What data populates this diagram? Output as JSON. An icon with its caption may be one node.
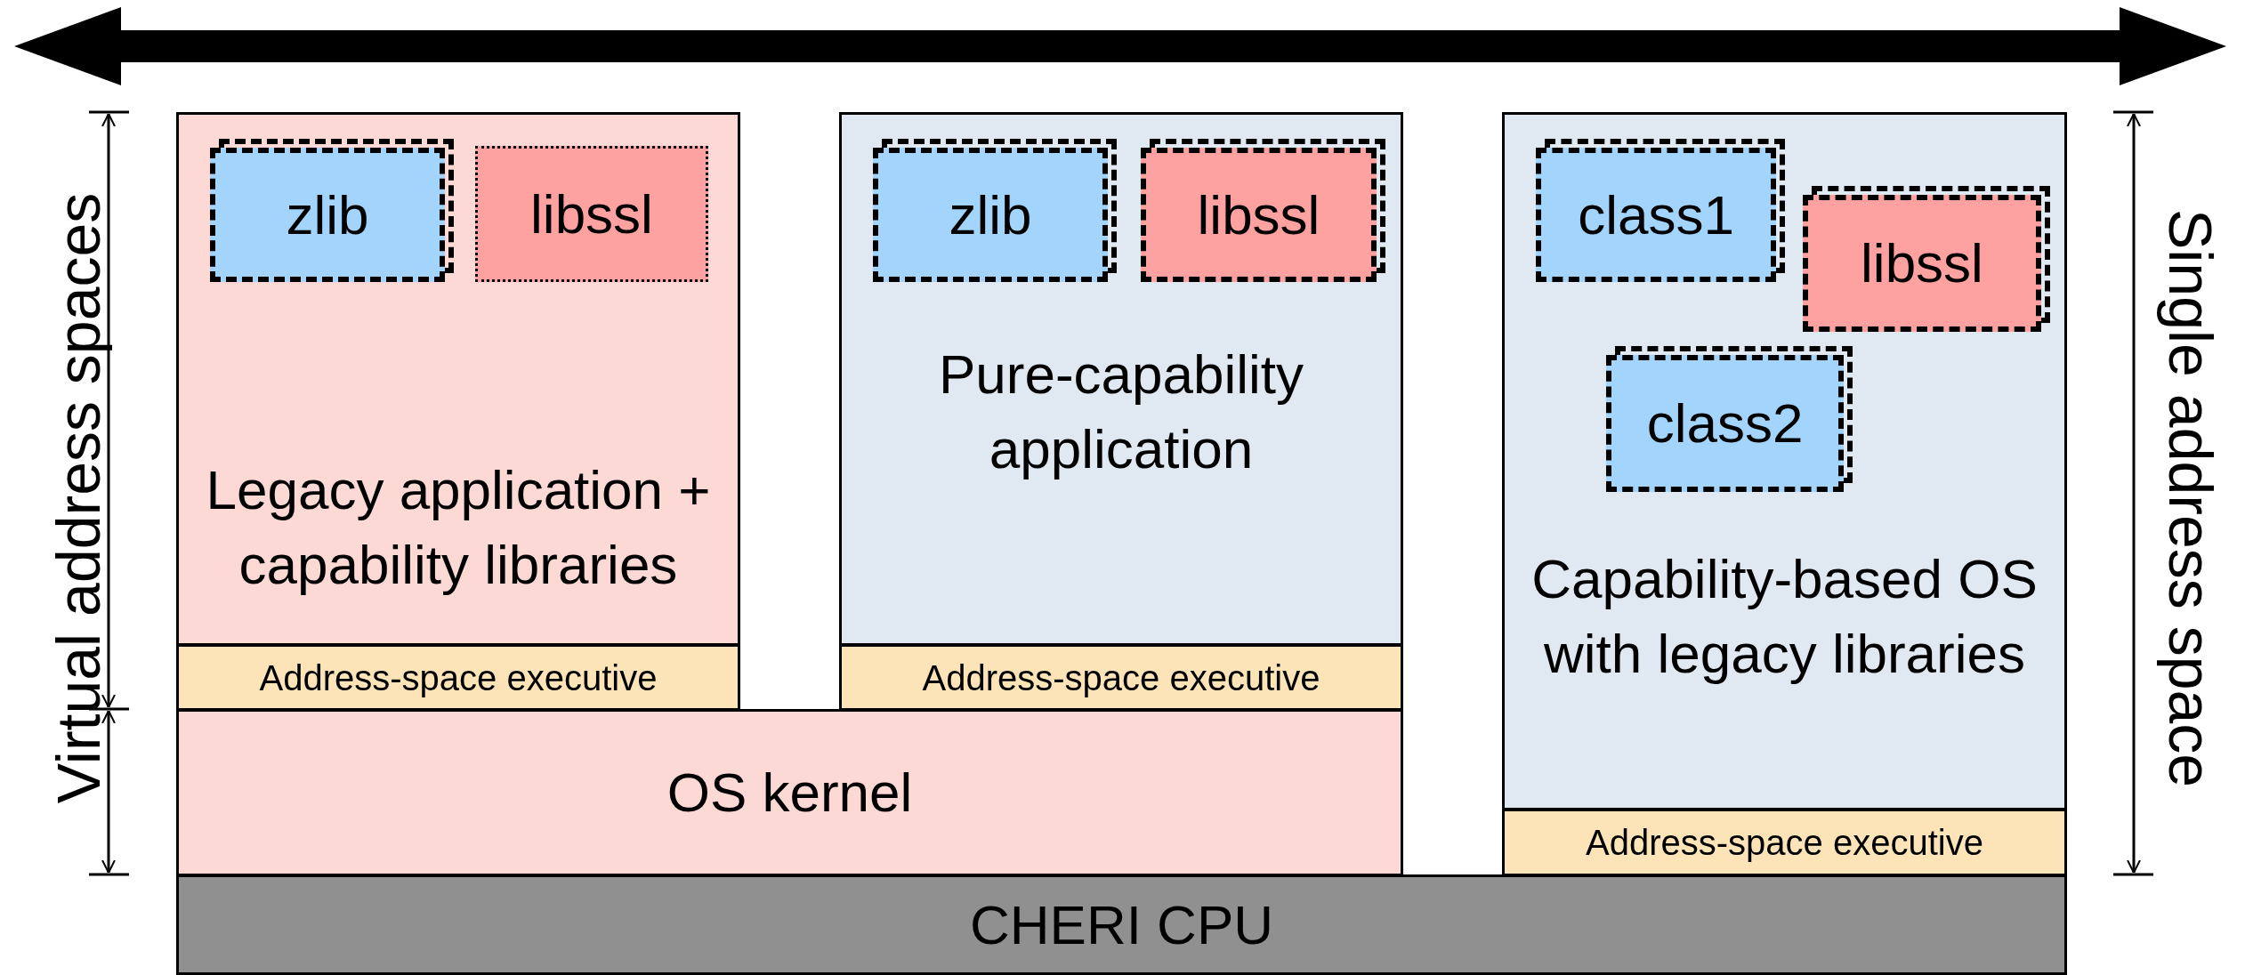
{
  "diagram": {
    "nodes": [
      {
        "text": [
          "Legacy application + capability libraries"
        ]
      },
      {
        "text": [
          "zlib"
        ],
        "in": 0
      },
      {
        "text": [
          "libssl"
        ],
        "in": 0
      },
      {
        "text": [
          "Address-space executive"
        ]
      },
      {
        "text": [
          "Pure-capability application"
        ]
      },
      {
        "text": [
          "zlib"
        ],
        "in": 4
      },
      {
        "text": [
          "libssl"
        ],
        "in": 4
      },
      {
        "text": [
          "Address-space executive"
        ]
      },
      {
        "text": [
          "OS kernel"
        ]
      },
      {
        "text": [
          "Capability-based OS with legacy libraries"
        ]
      },
      {
        "text": [
          "class1"
        ],
        "in": 9
      },
      {
        "text": [
          "libssl"
        ],
        "in": 9
      },
      {
        "text": [
          "class2"
        ],
        "in": 9
      },
      {
        "text": [
          "Address-space executive"
        ]
      },
      {
        "text": [
          "CHERI CPU"
        ]
      }
    ],
    "edges": [],
    "labels": [
      "Virtual address spaces",
      "Single address space"
    ]
  }
}
